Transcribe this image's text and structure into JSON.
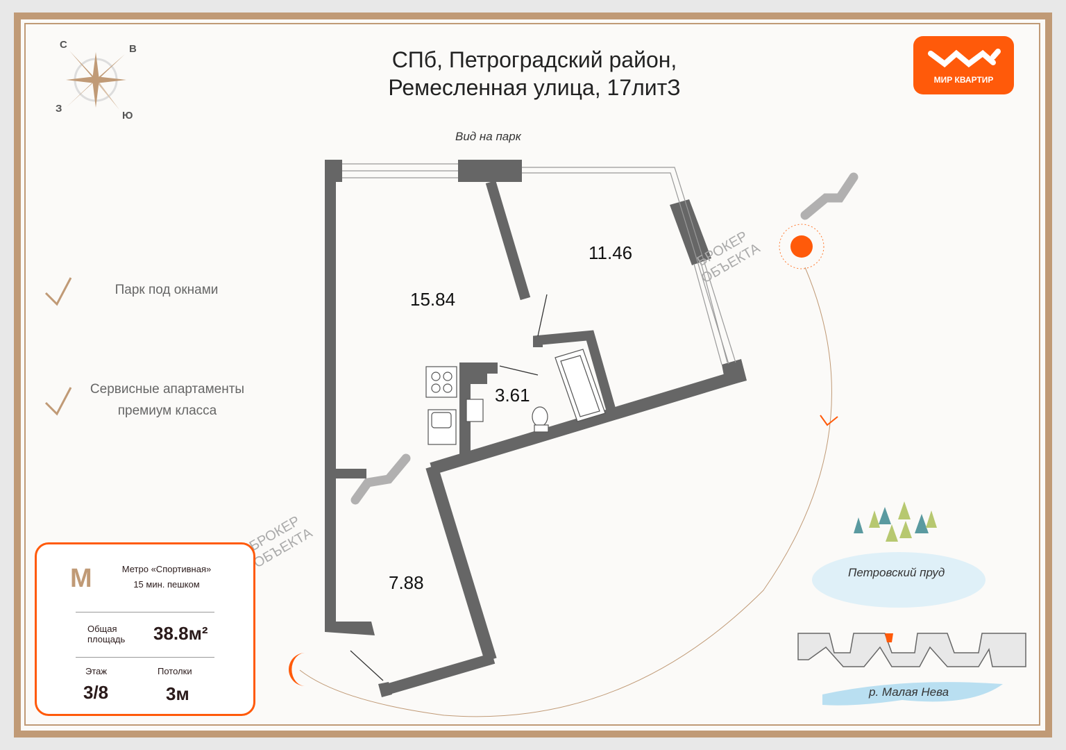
{
  "title": {
    "line1": "СПб, Петроградский район,",
    "line2": "Ремесленная улица, 17литЗ"
  },
  "compass": {
    "n": "С",
    "e": "В",
    "w": "З",
    "s": "Ю"
  },
  "view_label": "Вид на парк",
  "features": [
    {
      "text": "Парк под окнами"
    },
    {
      "line1": "Сервисные апартаменты",
      "line2": "премиум класса"
    }
  ],
  "rooms": {
    "living": "15.84",
    "bedroom": "11.46",
    "bathroom": "3.61",
    "hall": "7.88"
  },
  "watermark": {
    "line1": "БРОКЕР",
    "line2": "ОБЪЕКТА"
  },
  "logo": {
    "text": "МИР КВАРТИР"
  },
  "info": {
    "metro": "Метро «Спортивная»",
    "walk": "15 мин. пешком",
    "area_label_1": "Общая",
    "area_label_2": "площадь",
    "area_value": "38.8м²",
    "floor_label": "Этаж",
    "floor_value": "3/8",
    "ceiling_label": "Потолки",
    "ceiling_value": "3м"
  },
  "map": {
    "pond": "Петровский пруд",
    "river": "р. Малая Нева"
  },
  "colors": {
    "accent": "#ff5a0a",
    "frame": "#c09a76",
    "wall": "#666666"
  }
}
